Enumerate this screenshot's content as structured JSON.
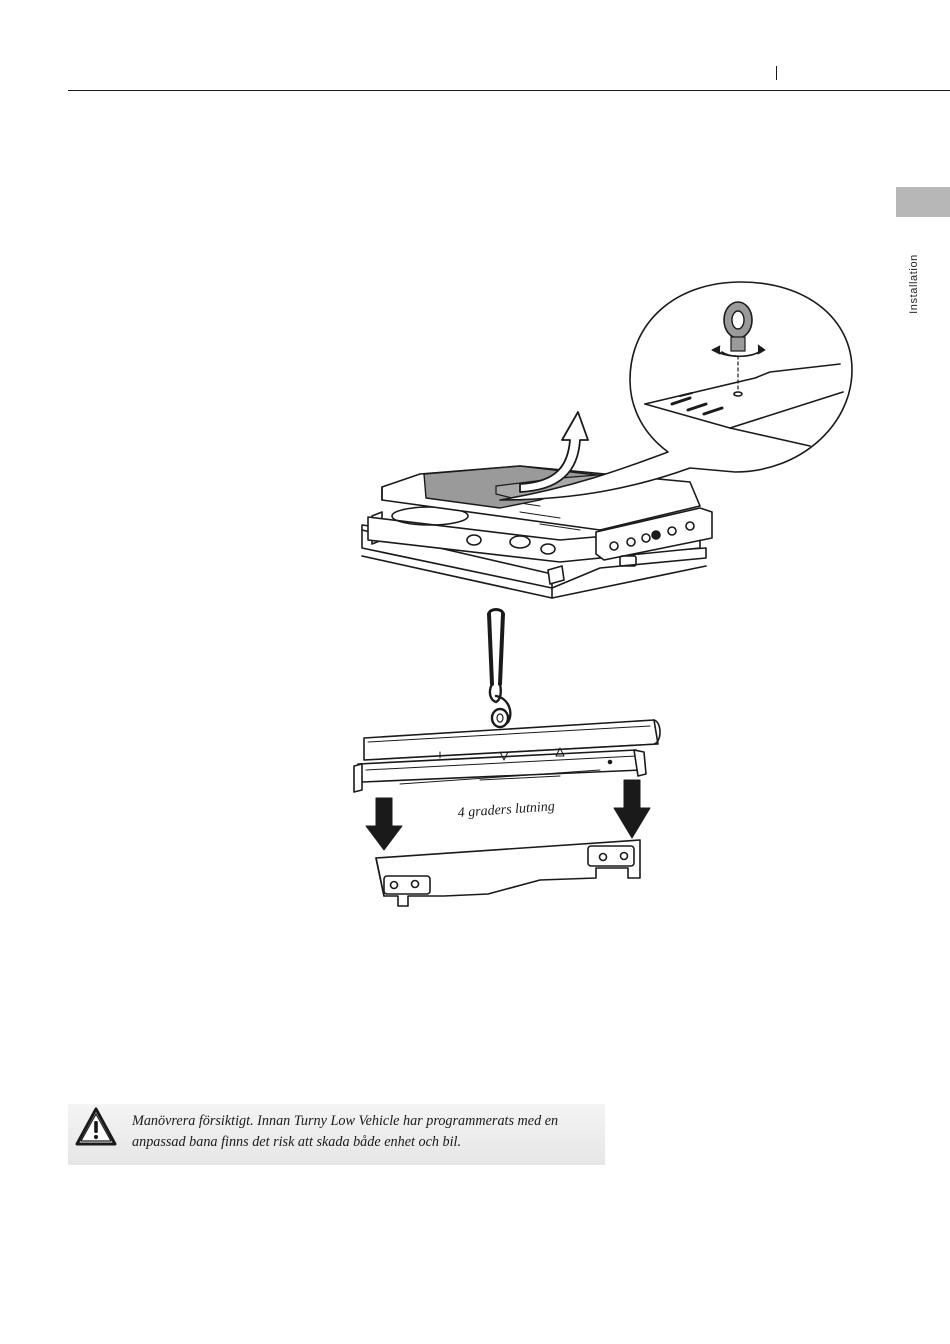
{
  "side_tab": {
    "label": "Installation"
  },
  "figure": {
    "tilt_label": "4 graders lutning"
  },
  "warning": {
    "icon": "warning-triangle-icon",
    "text": "Manövrera försiktigt. Innan Turny Low Vehicle har programmerats med en anpassad bana finns det risk att skada både enhet och bil."
  },
  "colors": {
    "tab_gray": "#b7b7b7",
    "note_background": "#ececec",
    "ink": "#1a1a1a"
  }
}
